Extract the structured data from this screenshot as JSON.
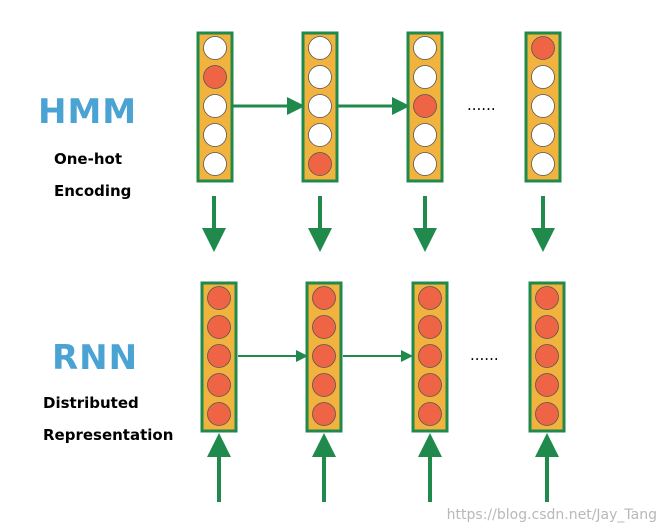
{
  "hmm": {
    "title": "HMM",
    "subtitle_line1": "One-hot",
    "subtitle_line2": "Encoding",
    "ellipsis": "......",
    "active_index": [
      1,
      4,
      2,
      0
    ]
  },
  "rnn": {
    "title": "RNN",
    "subtitle_line1": "Distributed",
    "subtitle_line2": "Representation",
    "ellipsis": "......"
  },
  "watermark": "https://blog.csdn.net/Jay_Tang",
  "colors": {
    "cell_fill": "#f2b23e",
    "border": "#1f8a4c",
    "active": "#f06446",
    "inactive": "#ffffff",
    "title": "#4aa3d3"
  }
}
